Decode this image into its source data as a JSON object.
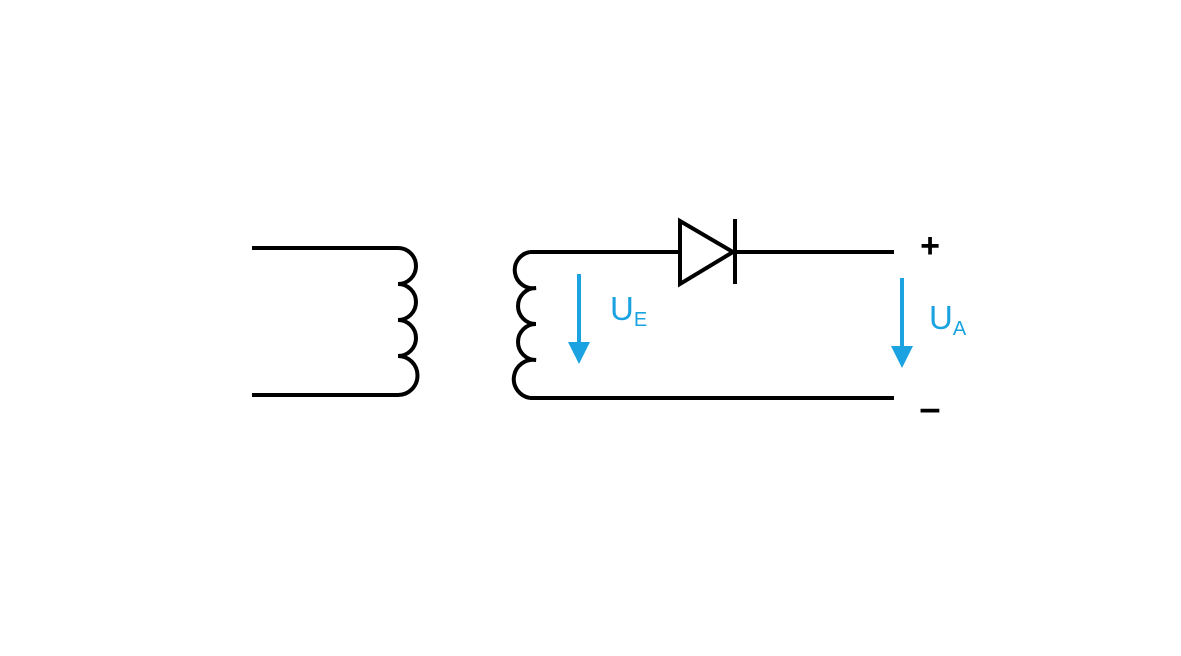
{
  "terminals": {
    "plus": "+",
    "minus": "–"
  },
  "voltages": {
    "input": {
      "main": "U",
      "sub": "E"
    },
    "output": {
      "main": "U",
      "sub": "A"
    }
  },
  "colors": {
    "wire": "#000000",
    "voltage_arrow": "#1aa3e0",
    "background": "#ffffff"
  },
  "components": {
    "transformer": "transformer-symbol",
    "diode": "diode-symbol"
  }
}
